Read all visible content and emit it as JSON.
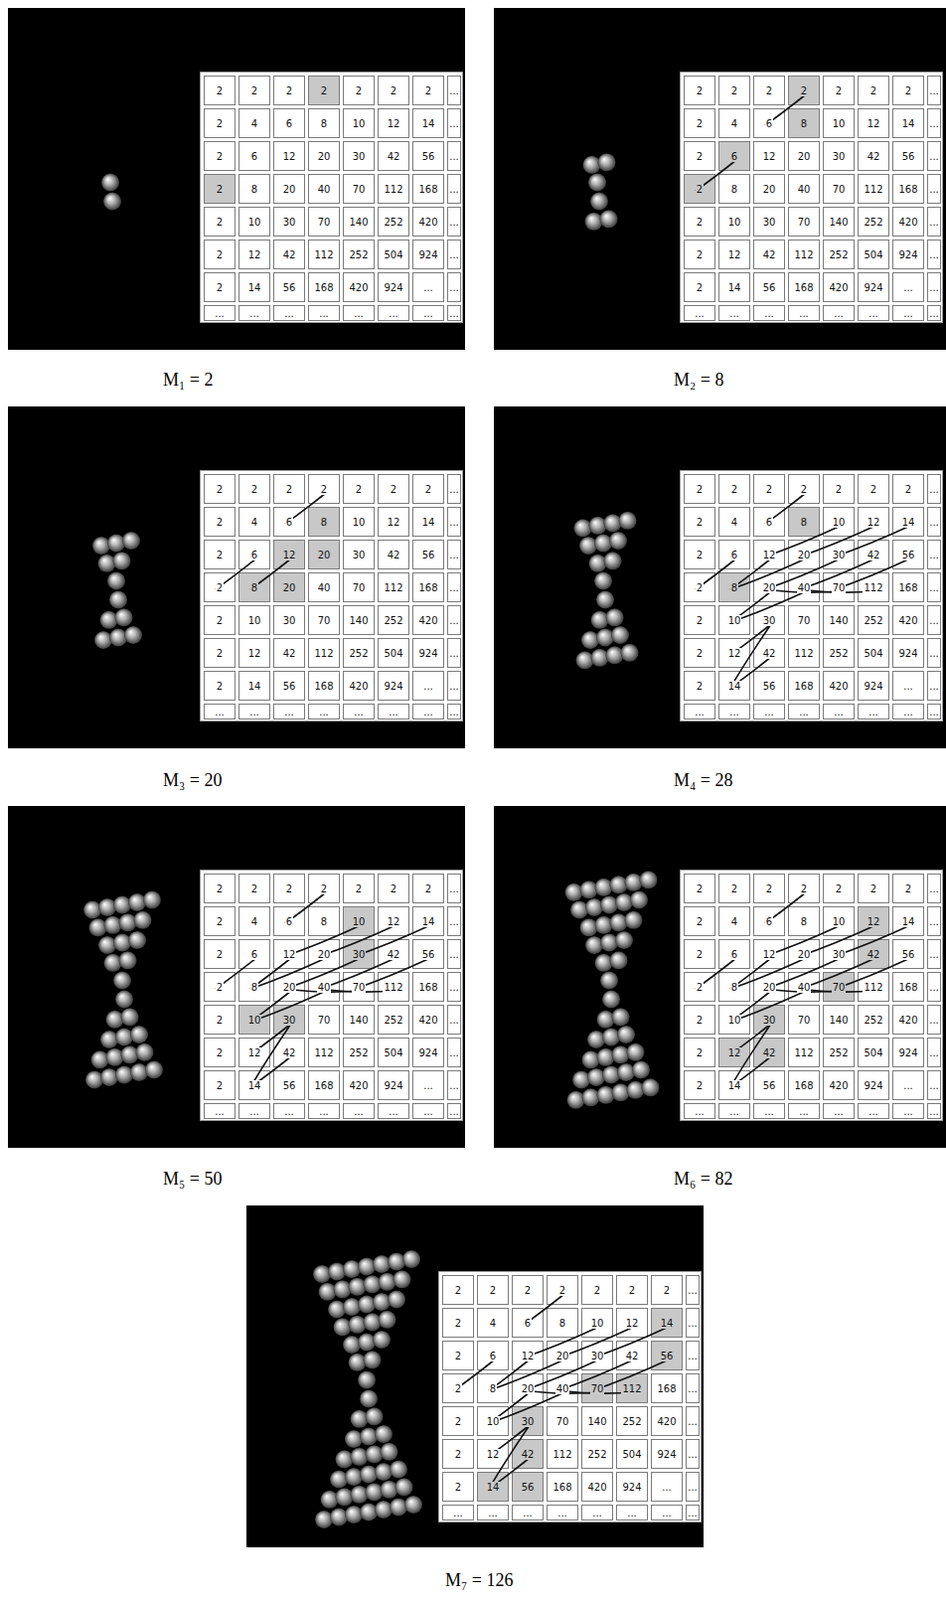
{
  "diagram": {
    "labels": [
      "2",
      "2",
      "2",
      "2",
      "2",
      "2",
      "2",
      "...",
      "2",
      "4",
      "6",
      "8",
      "10",
      "12",
      "14",
      "...",
      "2",
      "6",
      "12",
      "20",
      "30",
      "42",
      "56",
      "...",
      "2",
      "8",
      "20",
      "40",
      "70",
      "112",
      "168",
      "...",
      "2",
      "10",
      "30",
      "70",
      "140",
      "252",
      "420",
      "...",
      "2",
      "12",
      "42",
      "112",
      "252",
      "504",
      "924",
      "...",
      "2",
      "14",
      "56",
      "168",
      "420",
      "924",
      "...",
      "...",
      "...",
      "...",
      "...",
      "...",
      "...",
      "...",
      "...",
      "...",
      "M₁ = 2",
      "2",
      "2",
      "2",
      "2",
      "2",
      "2",
      "2",
      "...",
      "2",
      "4",
      "6",
      "8",
      "10",
      "12",
      "14",
      "...",
      "2",
      "6",
      "12",
      "20",
      "30",
      "42",
      "56",
      "...",
      "2",
      "8",
      "20",
      "40",
      "70",
      "112",
      "168",
      "...",
      "2",
      "10",
      "30",
      "70",
      "140",
      "252",
      "420",
      "...",
      "2",
      "12",
      "42",
      "112",
      "252",
      "504",
      "924",
      "...",
      "2",
      "14",
      "56",
      "168",
      "420",
      "924",
      "...",
      "...",
      "...",
      "...",
      "...",
      "...",
      "...",
      "...",
      "...",
      "...",
      "M₂ = 8",
      "2",
      "2",
      "2",
      "2",
      "2",
      "2",
      "2",
      "...",
      "2",
      "4",
      "6",
      "8",
      "10",
      "12",
      "14",
      "...",
      "2",
      "6",
      "12",
      "20",
      "30",
      "42",
      "56",
      "...",
      "2",
      "8",
      "20",
      "40",
      "70",
      "112",
      "168",
      "...",
      "2",
      "10",
      "30",
      "70",
      "140",
      "252",
      "420",
      "...",
      "2",
      "12",
      "42",
      "112",
      "252",
      "504",
      "924",
      "...",
      "2",
      "14",
      "56",
      "168",
      "420",
      "924",
      "...",
      "...",
      "...",
      "...",
      "...",
      "...",
      "...",
      "...",
      "...",
      "...",
      "M₃ = 20",
      "2",
      "2",
      "2",
      "2",
      "2",
      "2",
      "2",
      "...",
      "2",
      "4",
      "6",
      "8",
      "10",
      "12",
      "14",
      "...",
      "2",
      "6",
      "12",
      "20",
      "30",
      "42",
      "56",
      "...",
      "2",
      "8",
      "20",
      "40",
      "70",
      "112",
      "168",
      "...",
      "2",
      "10",
      "30",
      "70",
      "140",
      "252",
      "420",
      "...",
      "2",
      "12",
      "42",
      "112",
      "252",
      "504",
      "924",
      "...",
      "2",
      "14",
      "56",
      "168",
      "420",
      "924",
      "...",
      "...",
      "...",
      "...",
      "...",
      "...",
      "...",
      "...",
      "...",
      "...",
      "M₄ = 28",
      "2",
      "2",
      "2",
      "2",
      "2",
      "2",
      "2",
      "...",
      "2",
      "4",
      "6",
      "8",
      "10",
      "12",
      "14",
      "...",
      "2",
      "6",
      "12",
      "20",
      "30",
      "42",
      "56",
      "...",
      "2",
      "8",
      "20",
      "40",
      "70",
      "112",
      "168",
      "...",
      "2",
      "10",
      "30",
      "70",
      "140",
      "252",
      "420",
      "...",
      "2",
      "12",
      "42",
      "112",
      "252",
      "504",
      "924",
      "...",
      "2",
      "14",
      "56",
      "168",
      "420",
      "924",
      "...",
      "...",
      "...",
      "...",
      "...",
      "...",
      "...",
      "...",
      "...",
      "...",
      "M₅ = 50",
      "2",
      "2",
      "2",
      "2",
      "2",
      "2",
      "2",
      "...",
      "2",
      "4",
      "6",
      "8",
      "10",
      "12",
      "14",
      "...",
      "2",
      "6",
      "12",
      "20",
      "30",
      "42",
      "56",
      "...",
      "2",
      "8",
      "20",
      "40",
      "70",
      "112",
      "168",
      "...",
      "2",
      "10",
      "30",
      "70",
      "140",
      "252",
      "420",
      "...",
      "2",
      "12",
      "42",
      "112",
      "252",
      "504",
      "924",
      "...",
      "2",
      "14",
      "56",
      "168",
      "420",
      "924",
      "...",
      "...",
      "...",
      "...",
      "...",
      "...",
      "...",
      "...",
      "...",
      "...",
      "M₆ = 82",
      "2",
      "2",
      "2",
      "2",
      "2",
      "2",
      "2",
      "...",
      "2",
      "4",
      "6",
      "8",
      "10",
      "12",
      "14",
      "...",
      "2",
      "6",
      "12",
      "20",
      "30",
      "42",
      "56",
      "...",
      "2",
      "8",
      "20",
      "40",
      "70",
      "112",
      "168",
      "...",
      "2",
      "10",
      "30",
      "70",
      "140",
      "252",
      "420",
      "...",
      "2",
      "12",
      "42",
      "112",
      "252",
      "504",
      "924",
      "...",
      "2",
      "14",
      "56",
      "168",
      "420",
      "924",
      "...",
      "...",
      "...",
      "...",
      "...",
      "...",
      "...",
      "...",
      "...",
      "...",
      "M₇ = 126"
    ]
  }
}
